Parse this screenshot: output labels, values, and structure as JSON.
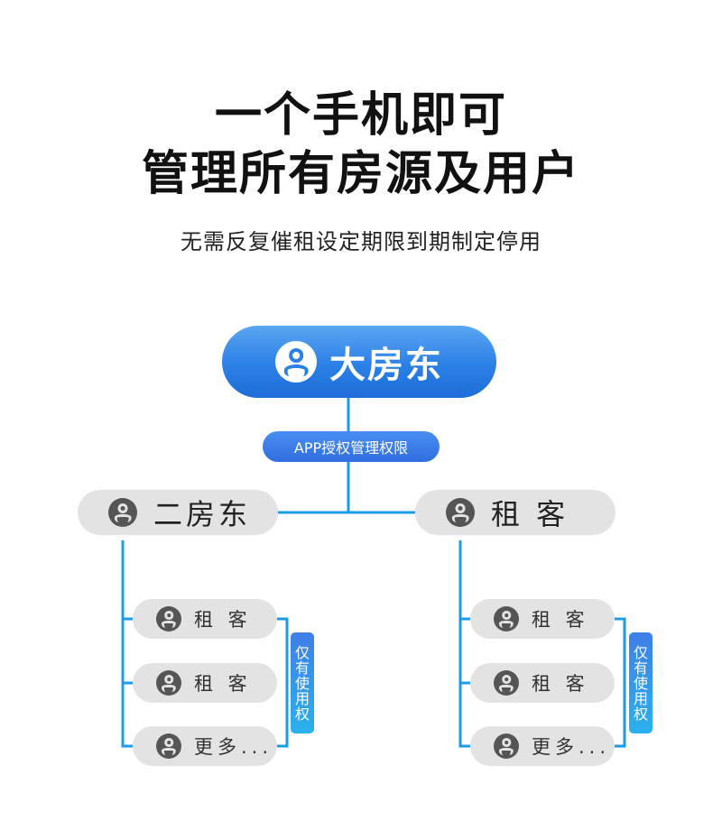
{
  "title_line1": "一个手机即可",
  "title_line2": "管理所有房源及用户",
  "subtitle": "无需反复催租设定期限到期制定停用",
  "colors": {
    "line": "#1e9be6",
    "top_node": "#2b80e6",
    "gray_node": "#e3e3e3",
    "badge": "#2f7fe6"
  },
  "tree": {
    "root": {
      "label": "大房东",
      "icon": "person-icon"
    },
    "permission_label": "APP授权管理权限",
    "left_branch": {
      "label": "二房东",
      "icon": "person-icon",
      "children": [
        "租 客",
        "租 客",
        "更多..."
      ],
      "badge": "仅有使用权"
    },
    "right_branch": {
      "label": "租  客",
      "icon": "person-icon",
      "children": [
        "租 客",
        "租 客",
        "更多..."
      ],
      "badge": "仅有使用权"
    }
  }
}
